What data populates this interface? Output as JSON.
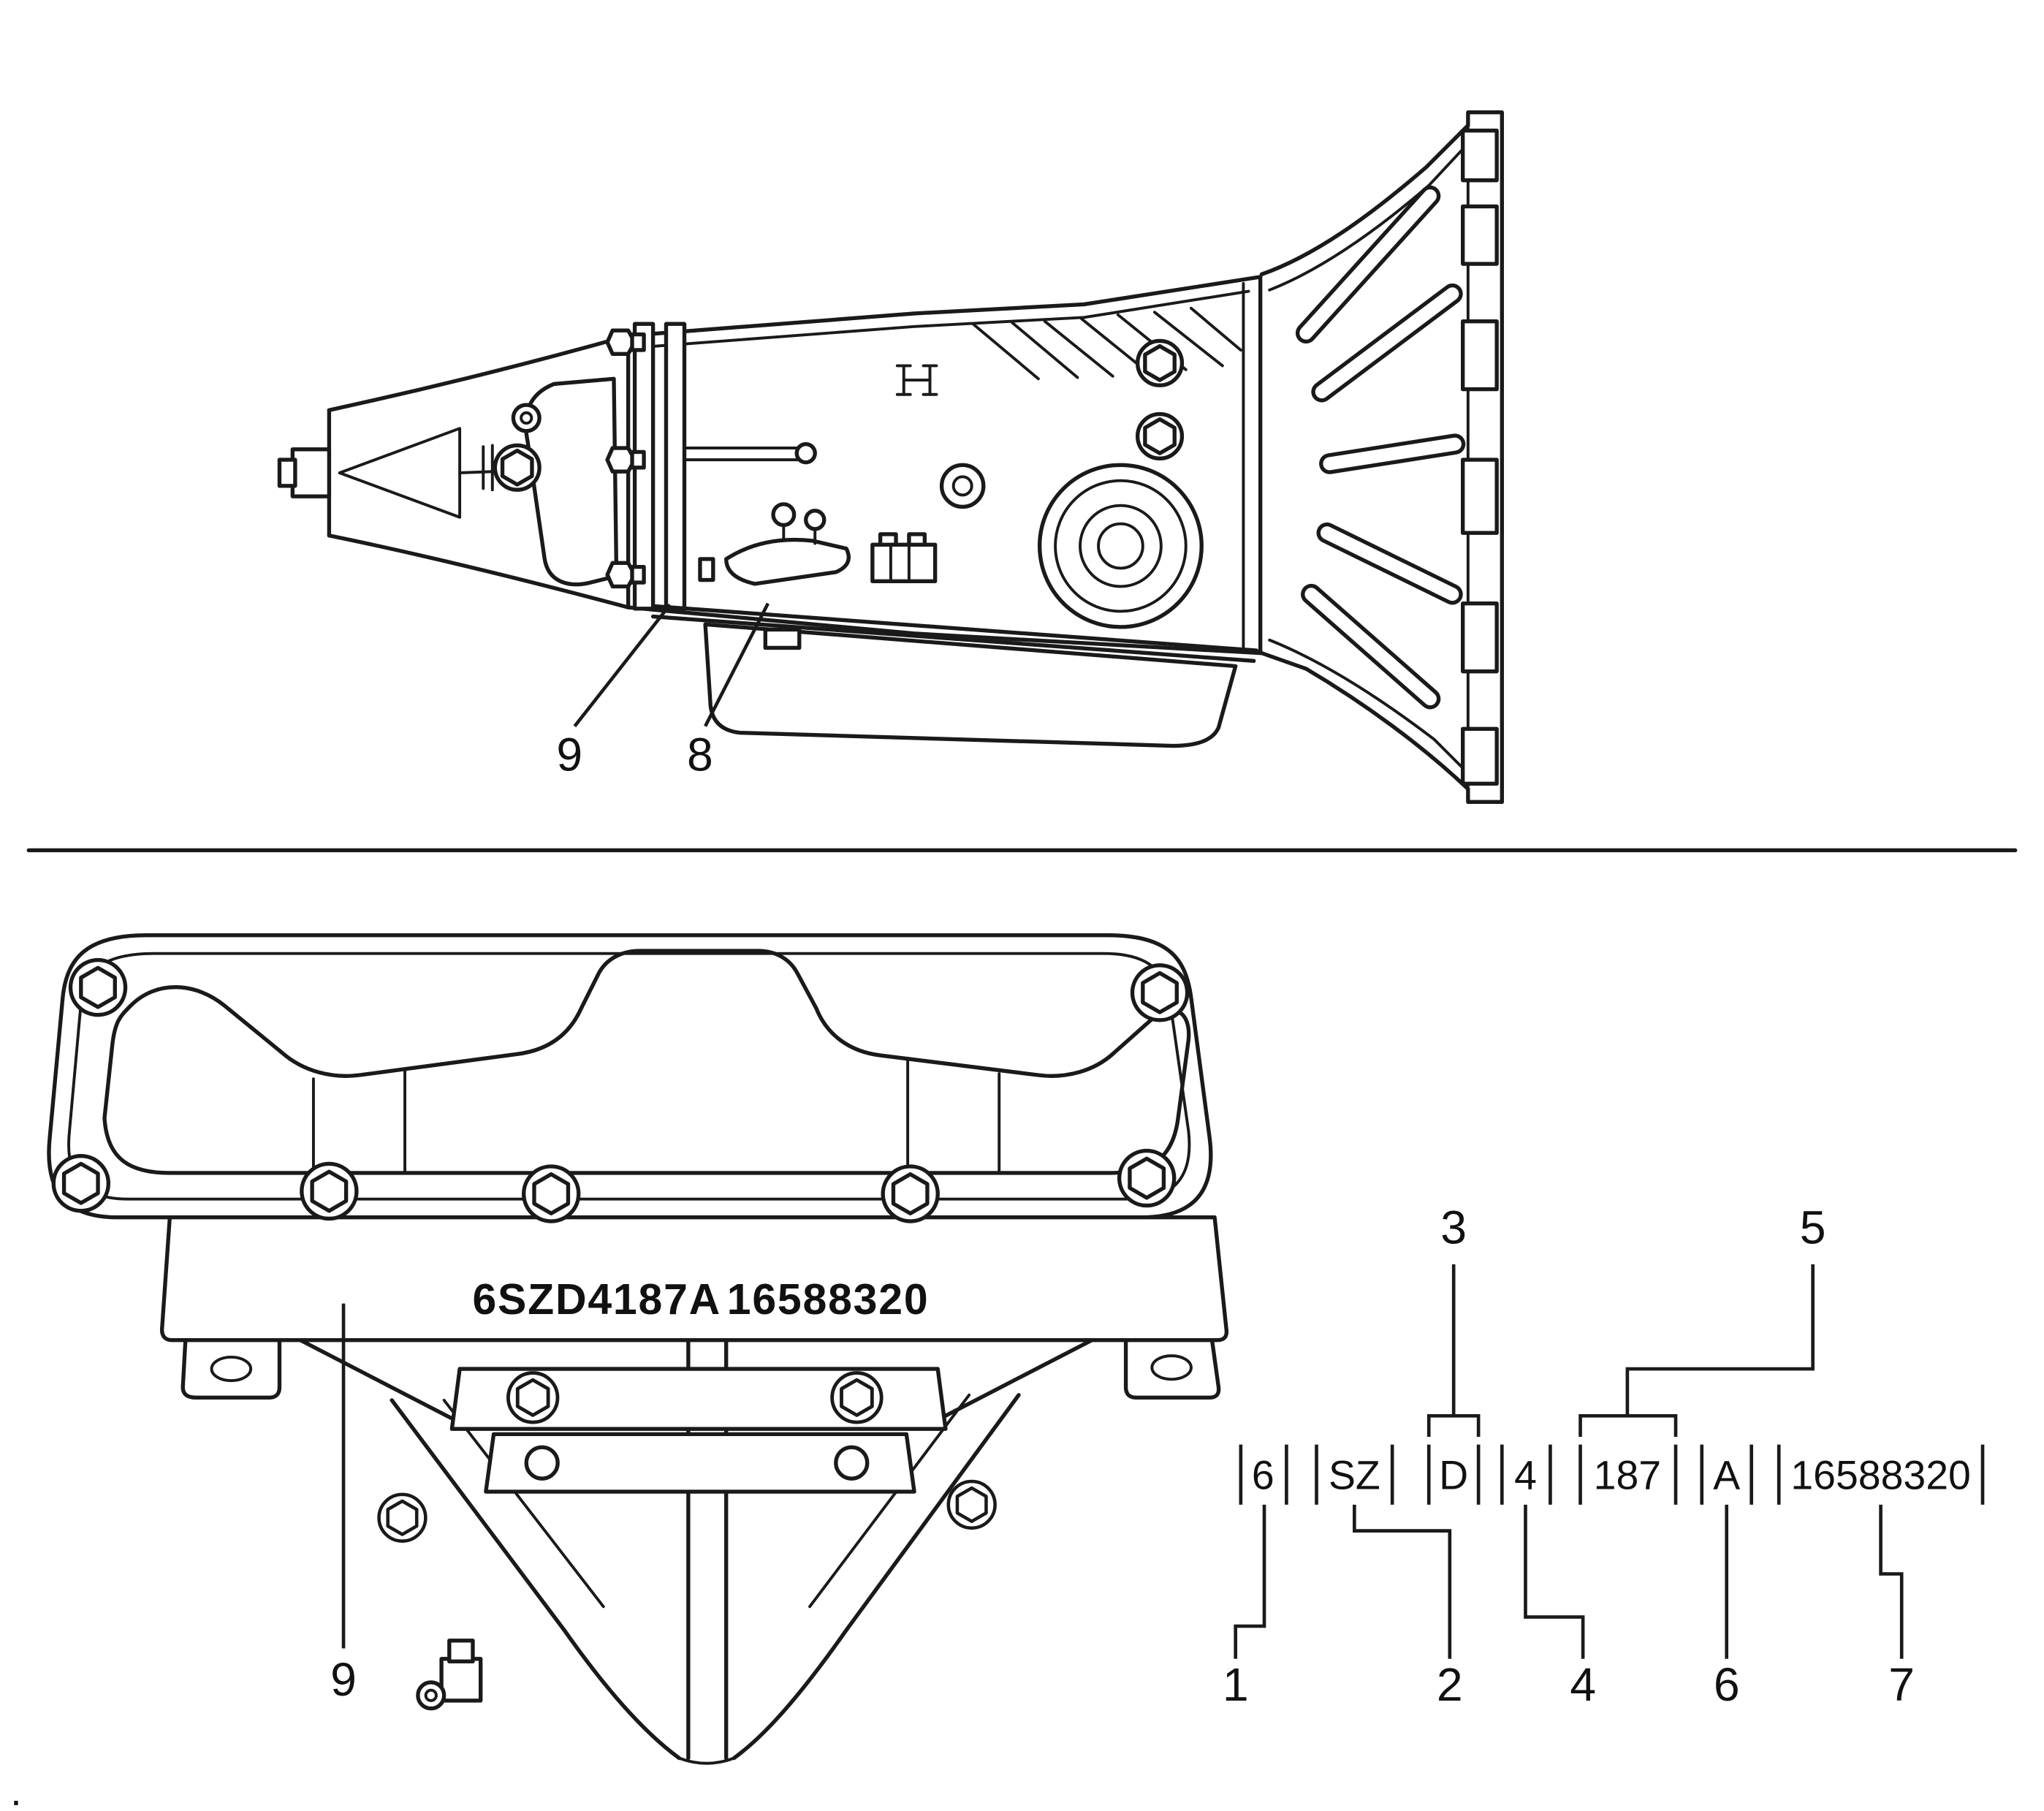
{
  "colors": {
    "background": "#ffffff",
    "ink": "#1a1a1a"
  },
  "figure_top": {
    "callouts": {
      "c8": "8",
      "c9": "9"
    }
  },
  "figure_pan": {
    "stamp_code": "6SZD4187A",
    "stamp_part": "16588320",
    "callout_9": "9"
  },
  "id_breakdown": {
    "segments": [
      {
        "text": "6"
      },
      {
        "text": "SZ"
      },
      {
        "text": "D"
      },
      {
        "text": "4"
      },
      {
        "text": "187"
      },
      {
        "text": "A"
      },
      {
        "text": "16588320"
      }
    ],
    "callouts": {
      "c1": "1",
      "c2": "2",
      "c3": "3",
      "c4": "4",
      "c5": "5",
      "c6": "6",
      "c7": "7"
    }
  },
  "footer_mark": "."
}
